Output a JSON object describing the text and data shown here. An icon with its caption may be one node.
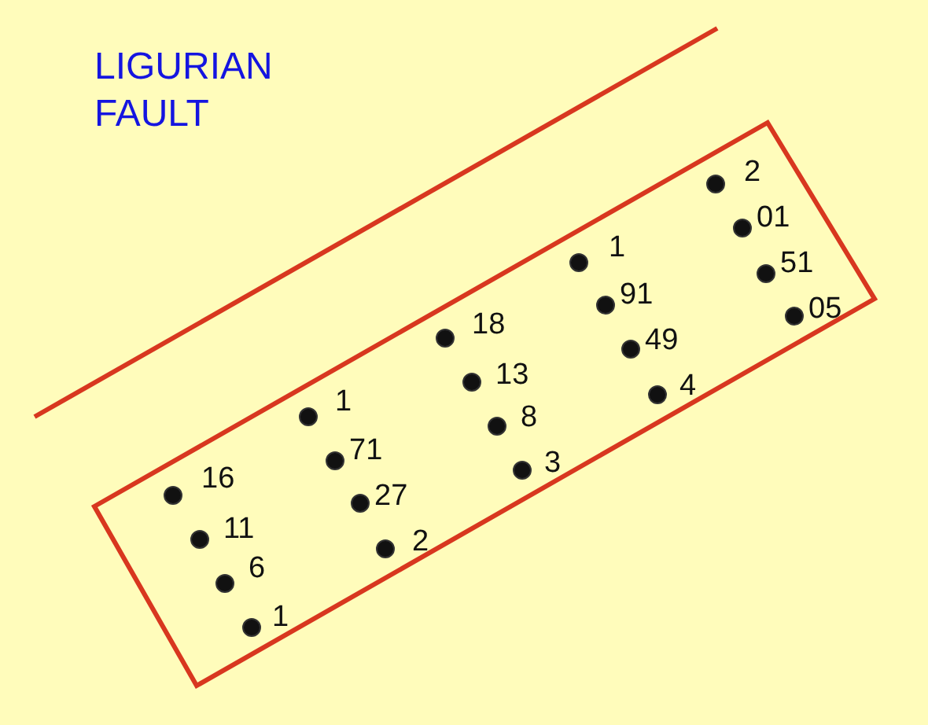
{
  "diagram": {
    "labels": [
      "LIGURIAN FAULT",
      "16",
      "11",
      "6",
      "1",
      "1",
      "71",
      "27",
      "2",
      "18",
      "13",
      "8",
      "3",
      "1",
      "91",
      "49",
      "4",
      "2",
      "01",
      "51",
      "05"
    ]
  }
}
